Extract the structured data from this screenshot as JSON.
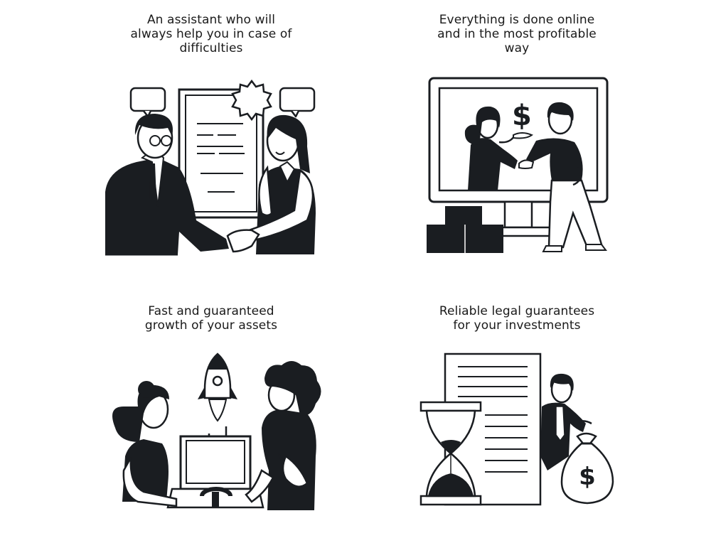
{
  "features": [
    {
      "title_lines": [
        "An assistant who will",
        "always help you in case of",
        "difficulties"
      ],
      "illustration": "handshake-assistant-illustration"
    },
    {
      "title_lines": [
        "Everything is done online",
        "and in the most profitable",
        "way"
      ],
      "illustration": "online-deal-illustration"
    },
    {
      "title_lines": [
        "Fast and guaranteed",
        "growth of your assets"
      ],
      "illustration": "rocket-growth-illustration"
    },
    {
      "title_lines": [
        "Reliable legal guarantees",
        "for your investments"
      ],
      "illustration": "legal-guarantee-illustration",
      "money_bag_symbol": "$"
    }
  ],
  "monitor_symbol": "$",
  "colors": {
    "ink": "#1a1d21",
    "background": "#ffffff"
  }
}
